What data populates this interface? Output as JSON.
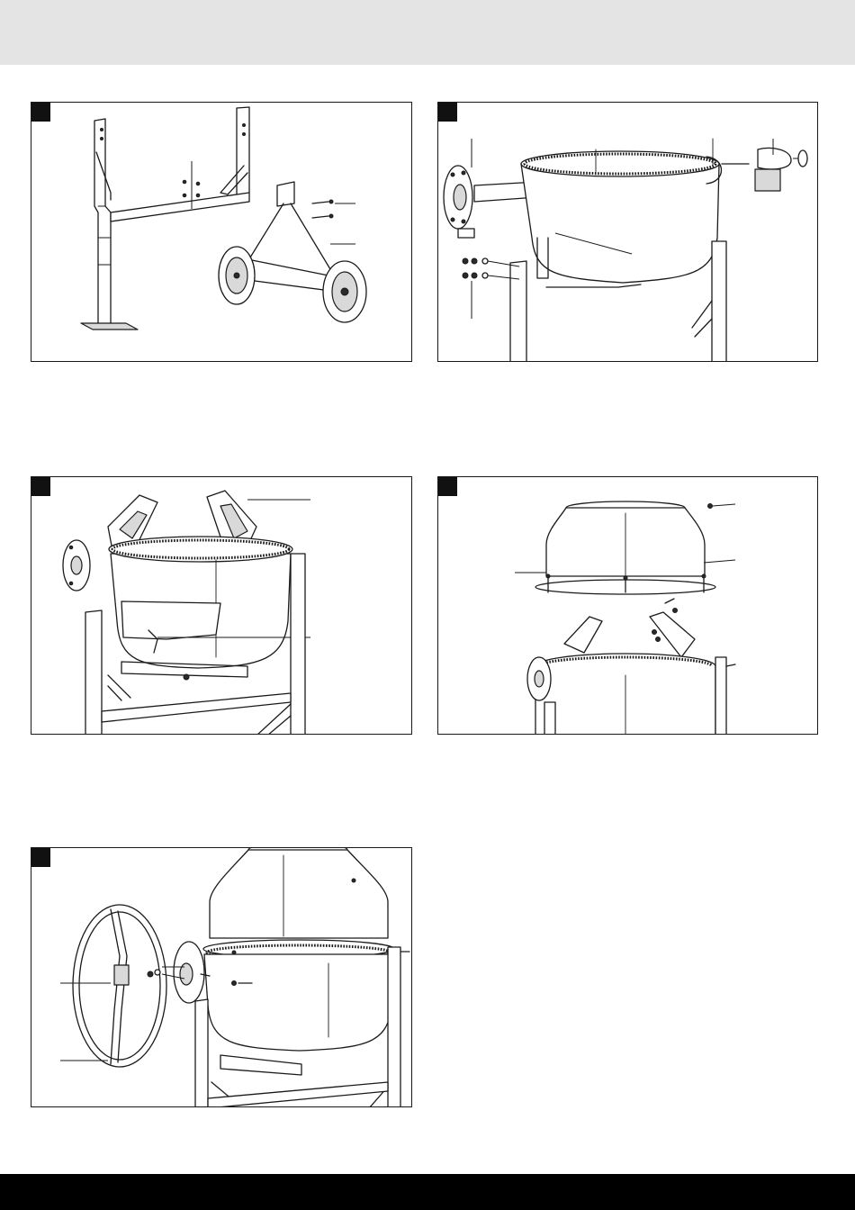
{
  "page": {
    "background": "#ffffff",
    "header_color": "#e4e4e4",
    "footer_color": "#000000"
  },
  "panels": [
    {
      "id": "step-1",
      "marker": "",
      "content": "frame-and-wheel-assembly"
    },
    {
      "id": "step-2",
      "marker": "",
      "content": "drum-and-motor-mounting"
    },
    {
      "id": "step-3",
      "marker": "",
      "content": "mixing-blade-installation"
    },
    {
      "id": "step-4",
      "marker": "",
      "content": "upper-drum-attachment"
    },
    {
      "id": "step-5",
      "marker": "",
      "content": "handwheel-attachment"
    }
  ]
}
